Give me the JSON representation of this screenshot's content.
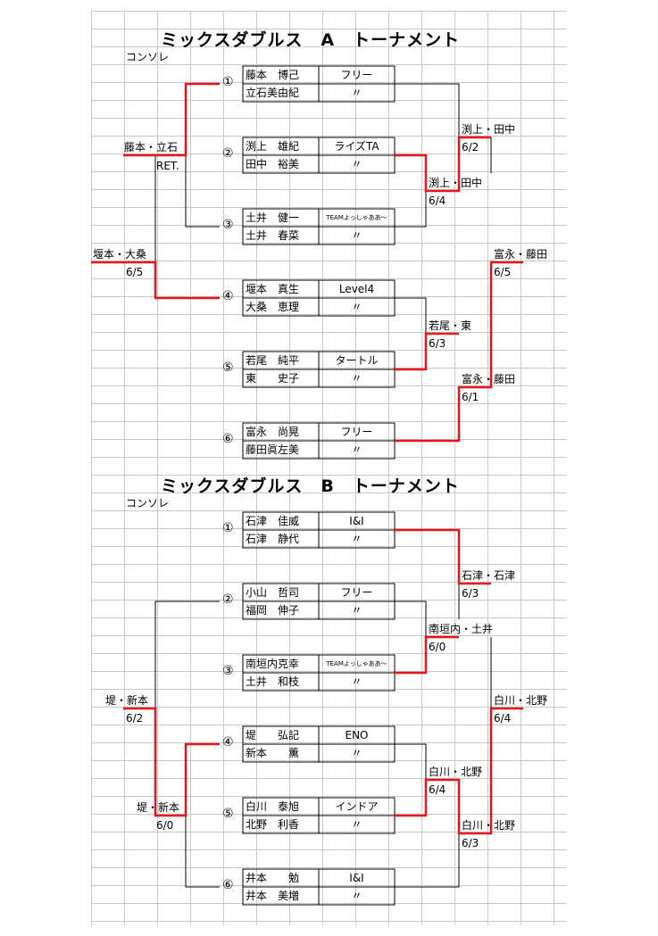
{
  "tournaments": [
    {
      "title": "ミックスダブルス　A　トーナメント",
      "consolation_label": "コンソレ",
      "entries": [
        {
          "num": "①",
          "players": [
            "藤本　博己",
            "立石美由紀"
          ],
          "team": "フリー",
          "team2": "〃"
        },
        {
          "num": "②",
          "players": [
            "渕上　雄紀",
            "田中　裕美"
          ],
          "team": "ライズTA",
          "team2": "〃"
        },
        {
          "num": "③",
          "players": [
            "土井　健一",
            "土井　春菜"
          ],
          "team": "TEAMよっしゃああ～",
          "team2": "〃"
        },
        {
          "num": "④",
          "players": [
            "堰本　真生",
            "大桑　恵理"
          ],
          "team": "Level4",
          "team2": "〃"
        },
        {
          "num": "⑤",
          "players": [
            "若尾　純平",
            "東　　史子"
          ],
          "team": "タートル",
          "team2": "〃"
        },
        {
          "num": "⑥",
          "players": [
            "富永　尚晃",
            "藤田眞左美"
          ],
          "team": "フリー",
          "team2": "〃"
        }
      ],
      "results": [
        {
          "name": "渕上・田中",
          "score": "6/2"
        },
        {
          "name": "渕上・田中",
          "score": "6/4"
        },
        {
          "name": "富永・藤田",
          "score": "6/5"
        },
        {
          "name": "若尾・東",
          "score": "6/3"
        },
        {
          "name": "富永・藤田",
          "score": "6/1"
        }
      ],
      "consolation": [
        {
          "name": "藤本・立石",
          "score": "RET."
        },
        {
          "name": "堰本・大桑",
          "score": "6/5"
        }
      ]
    },
    {
      "title": "ミックスダブルス　B　トーナメント",
      "consolation_label": "コンソレ",
      "entries": [
        {
          "num": "①",
          "players": [
            "石津　佳威",
            "石津　静代"
          ],
          "team": "I&I",
          "team2": "〃"
        },
        {
          "num": "②",
          "players": [
            "小山　哲司",
            "福岡　伸子"
          ],
          "team": "フリー",
          "team2": "〃"
        },
        {
          "num": "③",
          "players": [
            "南垣内克幸",
            "土井　和枝"
          ],
          "team": "TEAMよっしゃああ～",
          "team2": "〃"
        },
        {
          "num": "④",
          "players": [
            "堤　　弘記",
            "新本　　薫"
          ],
          "team": "ENO",
          "team2": "〃"
        },
        {
          "num": "⑤",
          "players": [
            "白川　泰旭",
            "北野　利香"
          ],
          "team": "インドア",
          "team2": "〃"
        },
        {
          "num": "⑥",
          "players": [
            "井本　　勉",
            "井本　美増"
          ],
          "team": "I&I",
          "team2": "〃"
        }
      ],
      "results": [
        {
          "name": "石津・石津",
          "score": "6/3"
        },
        {
          "name": "南垣内・土井",
          "score": "6/0"
        },
        {
          "name": "白川・北野",
          "score": "6/4"
        },
        {
          "name": "白川・北野",
          "score": "6/4"
        },
        {
          "name": "白川・北野",
          "score": "6/3"
        }
      ],
      "consolation": [
        {
          "name": "堤・新本",
          "score": "6/2"
        },
        {
          "name": "堤・新本",
          "score": "6/0"
        }
      ]
    }
  ],
  "colors": {
    "win_line": "#e8141c",
    "line": "#000000",
    "grid": "#c8c8c8"
  }
}
